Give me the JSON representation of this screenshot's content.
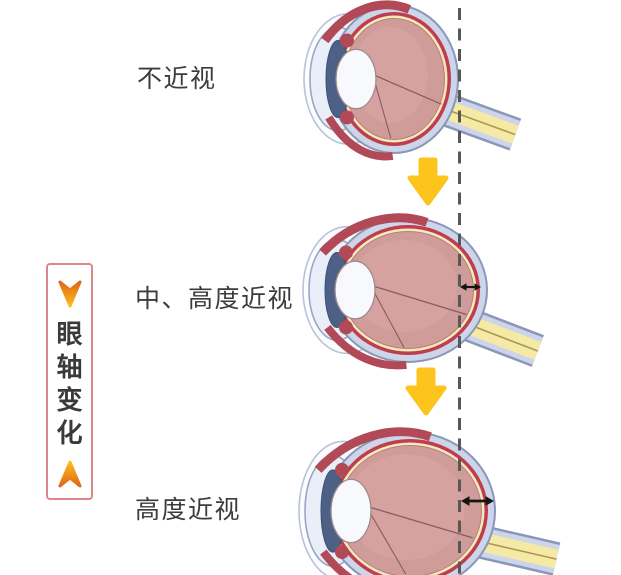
{
  "sidebar": {
    "label": "眼轴变化",
    "chars": [
      "眼",
      "轴",
      "变",
      "化"
    ]
  },
  "stages": [
    {
      "label": "不近视",
      "elongation_level": 0
    },
    {
      "label": "中、高度近视",
      "elongation_level": 1
    },
    {
      "label": "高度近视",
      "elongation_level": 2
    }
  ],
  "colors": {
    "background": "#ffffff",
    "label_text": "#3c3c3c",
    "sidebar_border": "#e0858b",
    "chevron_gradient_start": "#e0661a",
    "chevron_gradient_end": "#fbbf1e",
    "flow_arrow": "#fdc41e",
    "reference_line": "#575757",
    "measure_arrow": "#141414",
    "sclera_fill": "#cdd6e9",
    "sclera_stroke": "#8b97b9",
    "cornea_fill": "#e9eef8",
    "cornea_stroke": "#9aa6c6",
    "outer_eye_fill": "#fbfcfe",
    "outer_eye_stroke": "#b9c2d8",
    "choroid": "#bf3d51",
    "retina": "#f5e9b8",
    "vitreous_fill": "#d09c9a",
    "vitreous_stroke": "#b28082",
    "vitreous_highlight": "#d9a8a5",
    "lens_fill": "#f7f9fd",
    "lens_stroke": "#a08a8e",
    "iris": "#4d6186",
    "muscle": "#b24956",
    "nerve_sheath_fill": "#ccd5e9",
    "nerve_sheath_stroke": "#8b97b9",
    "nerve_fill": "#f6e9a6",
    "nerve_line": "#a89a50",
    "suture_line": "#8a5c60"
  }
}
